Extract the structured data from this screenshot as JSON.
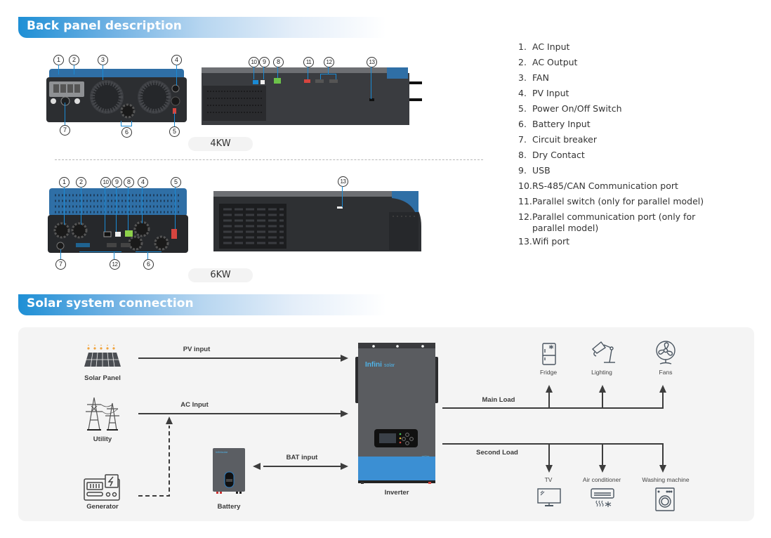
{
  "sections": {
    "back_panel_title": "Back panel description",
    "solar_title": "Solar system connection"
  },
  "models": {
    "small": "4KW",
    "large": "6KW"
  },
  "callouts_4kw_rear": [
    "1",
    "2",
    "3",
    "4",
    "5",
    "6",
    "7"
  ],
  "callouts_4kw_side": [
    "10",
    "9",
    "8",
    "11",
    "12",
    "13"
  ],
  "callouts_6kw_rear": [
    "1",
    "2",
    "10",
    "9",
    "8",
    "4",
    "5",
    "7",
    "12",
    "6"
  ],
  "callouts_6kw_side": [
    "13"
  ],
  "legend": [
    {
      "num": "1.",
      "text": "AC Input"
    },
    {
      "num": "2.",
      "text": "AC Output"
    },
    {
      "num": "3.",
      "text": "FAN"
    },
    {
      "num": "4.",
      "text": "PV Input"
    },
    {
      "num": "5.",
      "text": "Power On/Off Switch"
    },
    {
      "num": "6.",
      "text": "Battery Input"
    },
    {
      "num": "7.",
      "text": "Circuit breaker"
    },
    {
      "num": "8.",
      "text": "Dry Contact"
    },
    {
      "num": "9.",
      "text": "USB"
    },
    {
      "num": "10.",
      "text": "RS-485/CAN Communication port"
    },
    {
      "num": "11.",
      "text": "Parallel switch (only for parallel model)"
    },
    {
      "num": "12.",
      "text": "Parallel communication port (only for parallel model)"
    },
    {
      "num": "13.",
      "text": "Wifi port"
    }
  ],
  "diagram": {
    "sources": {
      "solar_panel": "Solar Panel",
      "utility": "Utility",
      "generator": "Generator",
      "battery": "Battery",
      "inverter": "Inverter"
    },
    "links": {
      "pv": "PV input",
      "ac": "AC Input",
      "bat": "BAT input",
      "main_load": "Main Load",
      "second_load": "Second Load"
    },
    "main_loads": [
      "Fridge",
      "Lighting",
      "Fans"
    ],
    "second_loads": [
      "TV",
      "Air conditioner",
      "Washing machine"
    ],
    "brand": "Infinisolar",
    "colors": {
      "accent_blue": "#1e8fd5",
      "device_gray": "#56595e",
      "device_blue": "#3b8fd3",
      "panel_bg": "#f4f4f4",
      "sun_orange": "#f0a23a"
    }
  }
}
